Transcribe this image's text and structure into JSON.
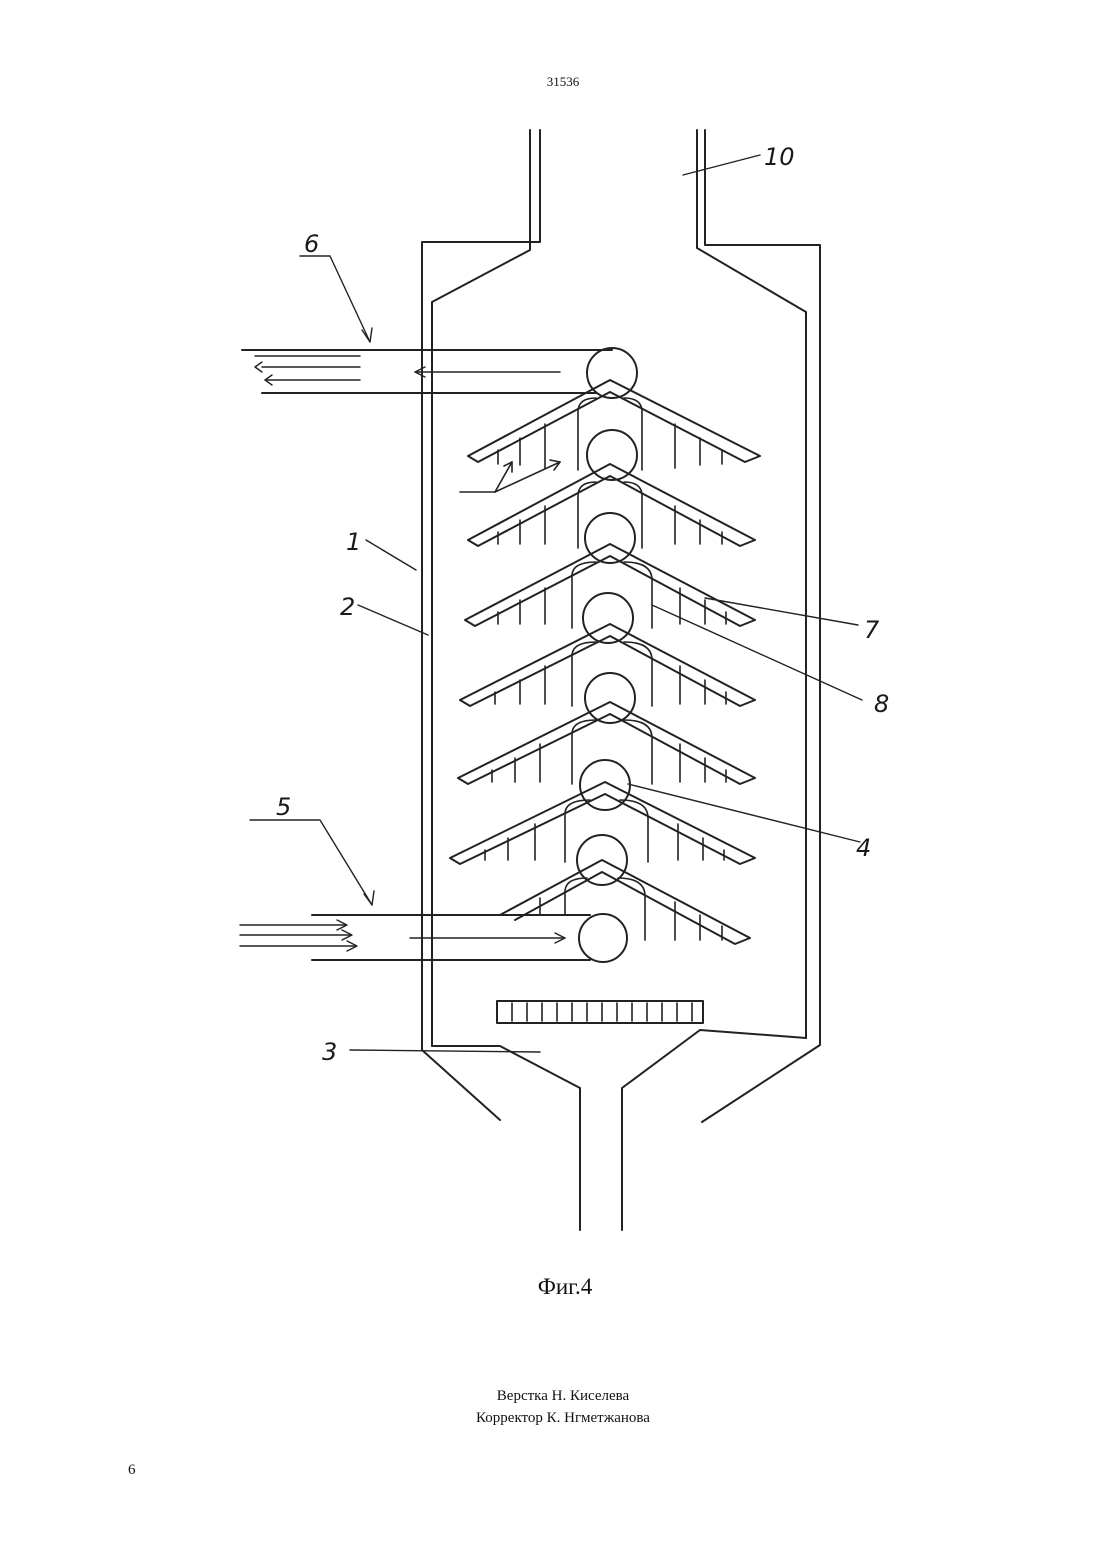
{
  "header": {
    "doc_number": "31536"
  },
  "figure": {
    "caption": "Фиг.4",
    "reference_labels": {
      "label_1": "1",
      "label_2": "2",
      "label_3": "3",
      "label_4": "4",
      "label_5": "5",
      "label_6": "6",
      "label_7": "7",
      "label_8": "8",
      "label_10": "10"
    },
    "tier_count": 7
  },
  "footer": {
    "layout_credit": "Верстка Н. Киселева",
    "corrector_credit": "Корректор К. Нгметжанова",
    "page_number": "6"
  }
}
